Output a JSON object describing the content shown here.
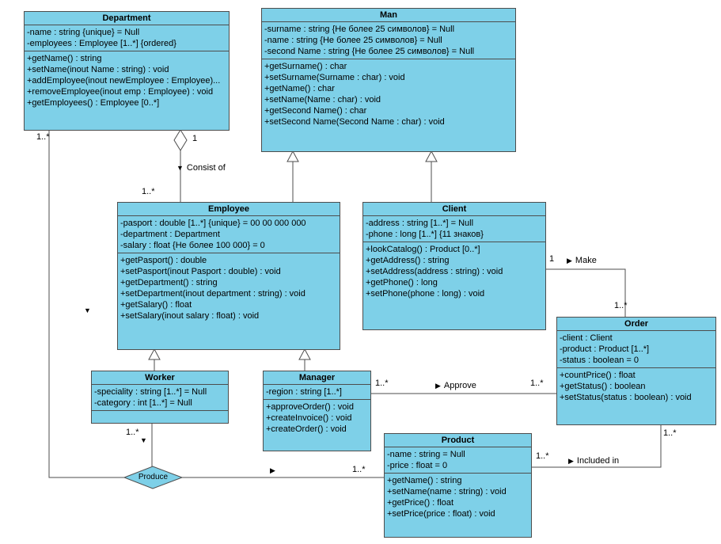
{
  "colors": {
    "class_fill": "#7ED0E8",
    "border": "#4D4D4D",
    "background": "#FFFFFF"
  },
  "classes": {
    "department": {
      "name": "Department",
      "attributes": [
        "-name : string {unique} = Null",
        "-employees : Employee [1..*] {ordered}"
      ],
      "methods": [
        "+getName() : string",
        "+setName(inout Name : string) : void",
        "+addEmployee(inout newEmployee : Employee)...",
        "+removeEmployee(inout emp : Employee) : void",
        "+getEmployees() : Employee [0..*]"
      ]
    },
    "man": {
      "name": "Man",
      "attributes": [
        "-surname : string {Не более 25 символов} = Null",
        "-name : string {Не более 25 символов} = Null",
        "-second Name : string {Не более 25 символов} = Null"
      ],
      "methods": [
        "+getSurname() : char",
        "+setSurname(Surname : char) : void",
        "+getName() : char",
        "+setName(Name : char) : void",
        "+getSecond Name() : char",
        "+setSecond Name(Second Name : char) : void"
      ]
    },
    "employee": {
      "name": "Employee",
      "attributes": [
        "-pasport : double [1..*] {unique} = 00 00 000 000",
        "-department : Department",
        "-salary : float {Не более 100 000} = 0"
      ],
      "methods": [
        "+getPasport() : double",
        "+setPasport(inout Pasport : double) : void",
        "+getDepartment() : string",
        "+setDepartment(inout department : string) : void",
        "+getSalary() : float",
        "+setSalary(inout salary : float) : void"
      ]
    },
    "client": {
      "name": "Client",
      "attributes": [
        "-address : string [1..*] = Null",
        "-phone : long [1..*] {11 знаков}"
      ],
      "methods": [
        "+lookCatalog() : Product [0..*]",
        "+getAddress() : string",
        "+setAddress(address : string) : void",
        "+getPhone() : long",
        "+setPhone(phone : long) : void"
      ]
    },
    "order": {
      "name": "Order",
      "attributes": [
        "-client : Client",
        "-product : Product [1..*]",
        "-status : boolean = 0"
      ],
      "methods": [
        "+countPrice() : float",
        "+getStatus() : boolean",
        "+setStatus(status : boolean) : void"
      ]
    },
    "worker": {
      "name": "Worker",
      "attributes": [
        "-speciality : string [1..*] = Null",
        "-category : int [1..*] = Null"
      ],
      "methods": []
    },
    "manager": {
      "name": "Manager",
      "attributes": [
        "-region : string [1..*]"
      ],
      "methods": [
        "+approveOrder() : void",
        "+createInvoice() : void",
        "+createOrder() : void"
      ]
    },
    "product": {
      "name": "Product",
      "attributes": [
        "-name : string = Null",
        "-price : float = 0"
      ],
      "methods": [
        "+getName() : string",
        "+setName(name : string) : void",
        "+getPrice() : float",
        "+setPrice(price : float) : void"
      ]
    }
  },
  "associations": {
    "consist_of": {
      "label": "Consist of",
      "arrow": "▼",
      "department_mult": "1",
      "employee_mult": "1..*"
    },
    "make": {
      "label": "Make",
      "arrow": "▶",
      "client_mult": "1",
      "order_mult": "1..*"
    },
    "approve": {
      "label": "Approve",
      "arrow": "▶",
      "manager_mult": "1..*",
      "order_mult": "1..*"
    },
    "included_in": {
      "label": "Included in",
      "arrow": "▶",
      "order_mult": "1..*",
      "product_mult": "1..*"
    },
    "produce": {
      "label": "Produce",
      "down_arrow": "▼",
      "right_arrow": "▶",
      "department_mult": "1..*",
      "worker_mult": "1..*",
      "product_mult": "1..*"
    }
  }
}
